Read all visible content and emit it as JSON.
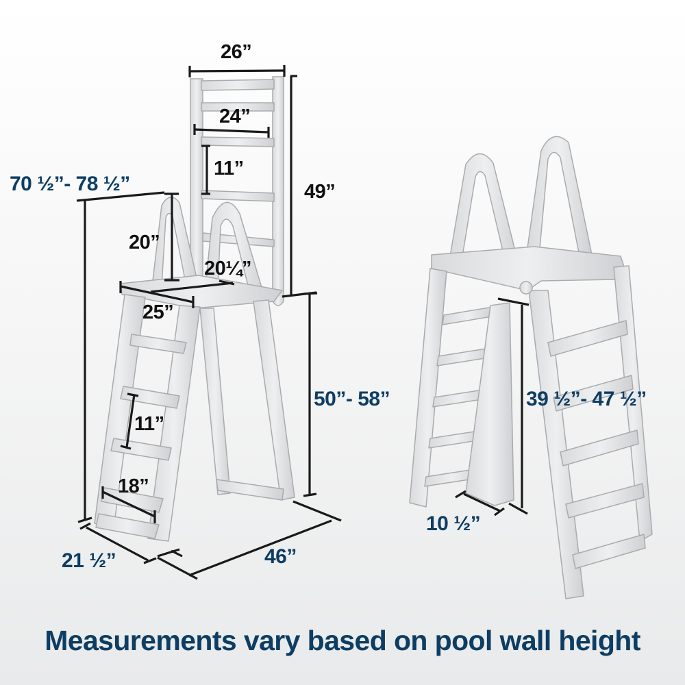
{
  "caption": "Measurements vary based on pool wall height",
  "colors": {
    "blue_text": "#0d3d63",
    "dark_text": "#111111",
    "ladder_fill": "#e3e4e6",
    "ladder_stroke": "#a9abae",
    "dimension_line": "#1a1a1a"
  },
  "left_ladder": {
    "top_rail_width": "26”",
    "inner_rail_width": "24”",
    "upper_step_spacing": "11”",
    "total_height": "70 ½”- 78 ½”",
    "upper_section_height": "49”",
    "handrail_height": "20”",
    "platform_depth": "20¼”",
    "platform_width": "25”",
    "lower_section_height": "50”- 58”",
    "lower_step_spacing": "11”",
    "step_width": "18”",
    "base_width": "21 ½”",
    "base_depth": "46”"
  },
  "right_ladder": {
    "inside_height": "39 ½”- 47 ½”",
    "barrier_width": "10 ½”"
  }
}
